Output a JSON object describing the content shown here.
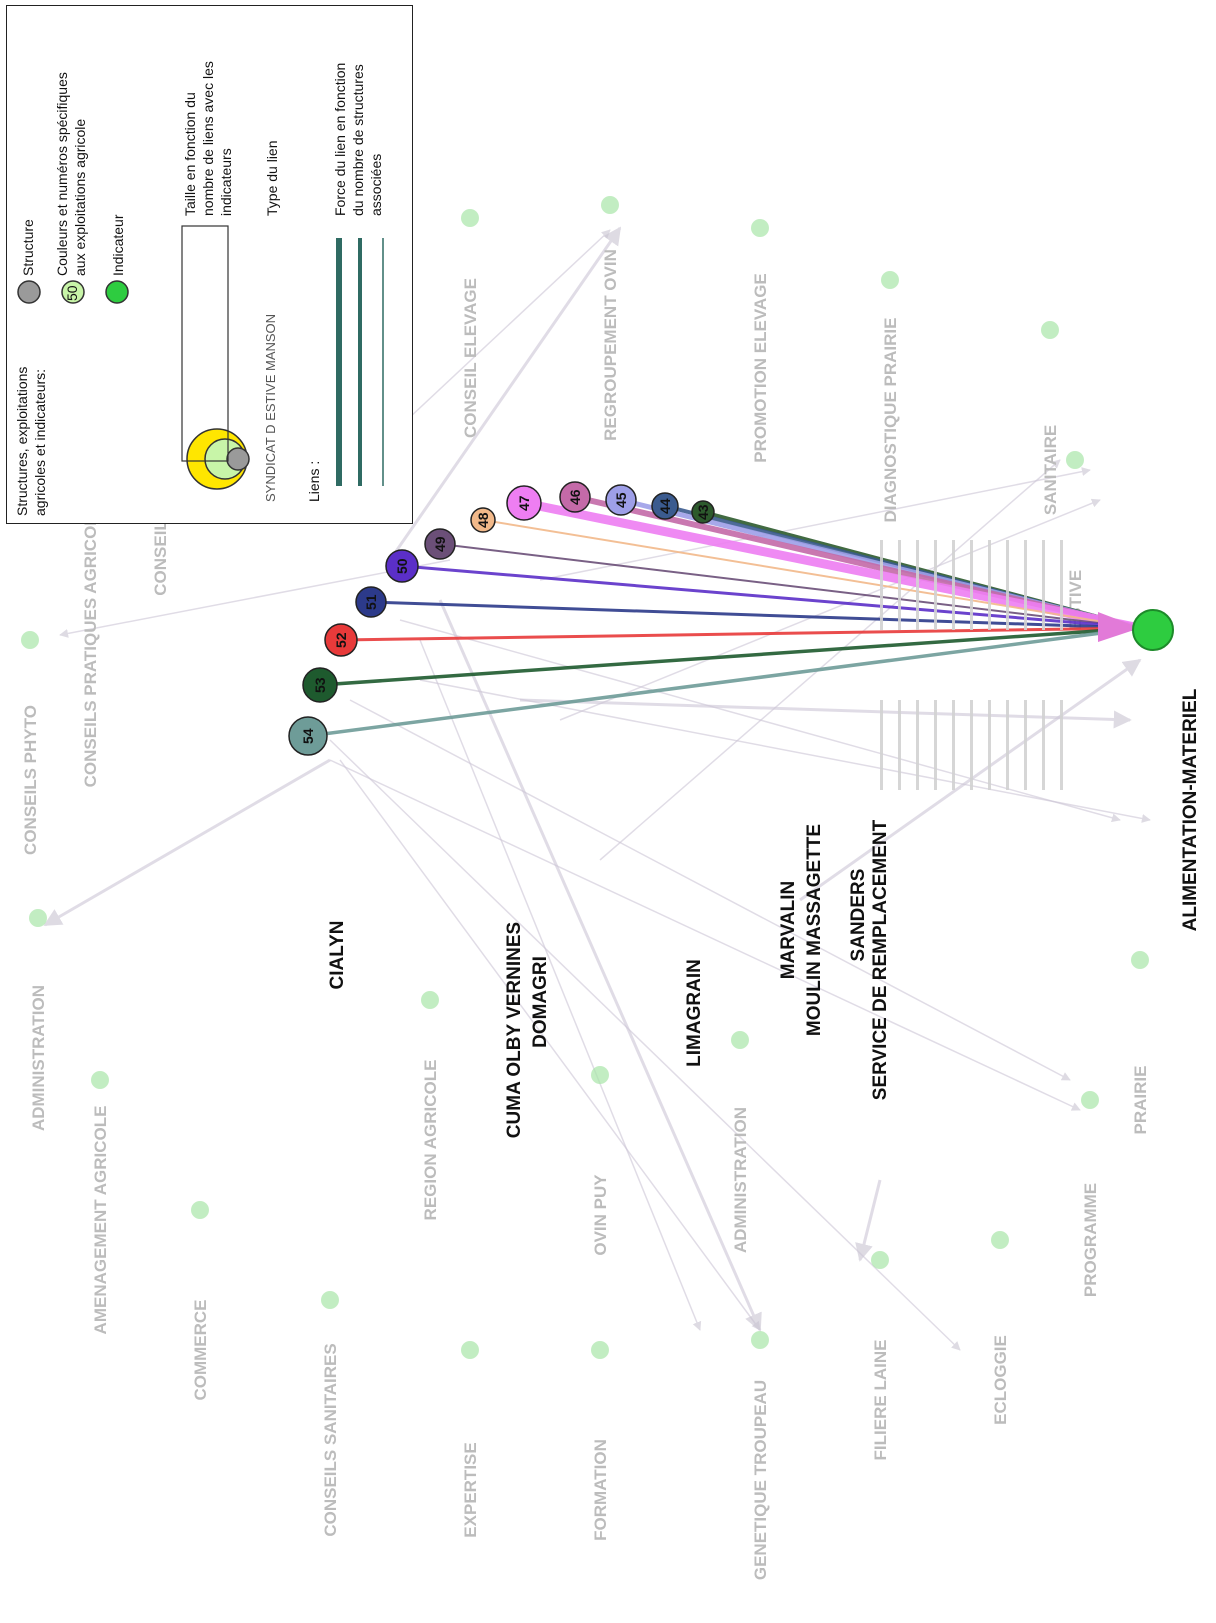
{
  "legend": {
    "nodes_title": "Structures, exploitations agricoles et indicateurs:",
    "structure_label": "Structure",
    "farm_label": "Couleurs et numéros spécifiques aux exploitations agricole",
    "farm_sample_number": "50",
    "indicator_label": "Indicateur",
    "size_label": "Taille en fonction du nombre de liens avec les indicateurs",
    "link_type_label": "Type du lien",
    "sample_structure": "SYNDICAT D ESTIVE MANSON",
    "links_title": "Liens :",
    "link_strength_label": "Force du lien en fonction du nombre de structures associées"
  },
  "colors": {
    "indicator_fill": "#2ecc40",
    "indicator_stroke": "#1d8a2a",
    "structure_fill": "#9a9a9a",
    "legend_link": "#2f6b63",
    "size_outer": "#ffe600",
    "size_middle": "#c8f5a8"
  },
  "main_indicator": {
    "label": "ALIMENTATION-MATERIEL",
    "color": "#2ecc40"
  },
  "farms": [
    {
      "id": "43",
      "color": "#2d5a2d"
    },
    {
      "id": "44",
      "color": "#3b5b8f"
    },
    {
      "id": "45",
      "color": "#9e9fe8"
    },
    {
      "id": "46",
      "color": "#c46aa8"
    },
    {
      "id": "47",
      "color": "#ee7ef2"
    },
    {
      "id": "48",
      "color": "#f2b98a"
    },
    {
      "id": "49",
      "color": "#6b4f78"
    },
    {
      "id": "50",
      "color": "#5b2fc8"
    },
    {
      "id": "51",
      "color": "#2c3a8a"
    },
    {
      "id": "52",
      "color": "#e83a3a"
    },
    {
      "id": "53",
      "color": "#1e5a2e"
    },
    {
      "id": "54",
      "color": "#6e9c98"
    }
  ],
  "structures": [
    {
      "label": "CIALYN"
    },
    {
      "label": "CUMA OLBY VERNINES"
    },
    {
      "label": "DOMAGRI"
    },
    {
      "label": "LIMAGRAIN"
    },
    {
      "label": "MARVALIN"
    },
    {
      "label": "MOULIN MASSAGETTE"
    },
    {
      "label": "SANDERS"
    },
    {
      "label": "SERVICE DE REMPLACEMENT"
    }
  ],
  "faint_indicators": [
    "ADMINISTRATION",
    "AMENAGEMENT AGRICOLE",
    "COMMERCE",
    "CONSEILS PHYTO",
    "CONSEILS PRATIQUES AGRICOLES",
    "CONSEIL OVIN",
    "CONSEILS SANITAIRES",
    "EXPERTISE",
    "FORMATION",
    "GENETIQUE TROUPEAU",
    "FILIERE LAINE",
    "ECLOGGIE",
    "PROGRAMME",
    "PRAIRIE",
    "ESTIVE",
    "SANITAIRE",
    "DIAGNOSTIQUE PRAIRIE",
    "PROMOTION ELEVAGE",
    "REGROUPEMENT OVIN",
    "CONSEIL ELEVAGE",
    "REGION AGRICOLE",
    "OVIN PUY"
  ]
}
